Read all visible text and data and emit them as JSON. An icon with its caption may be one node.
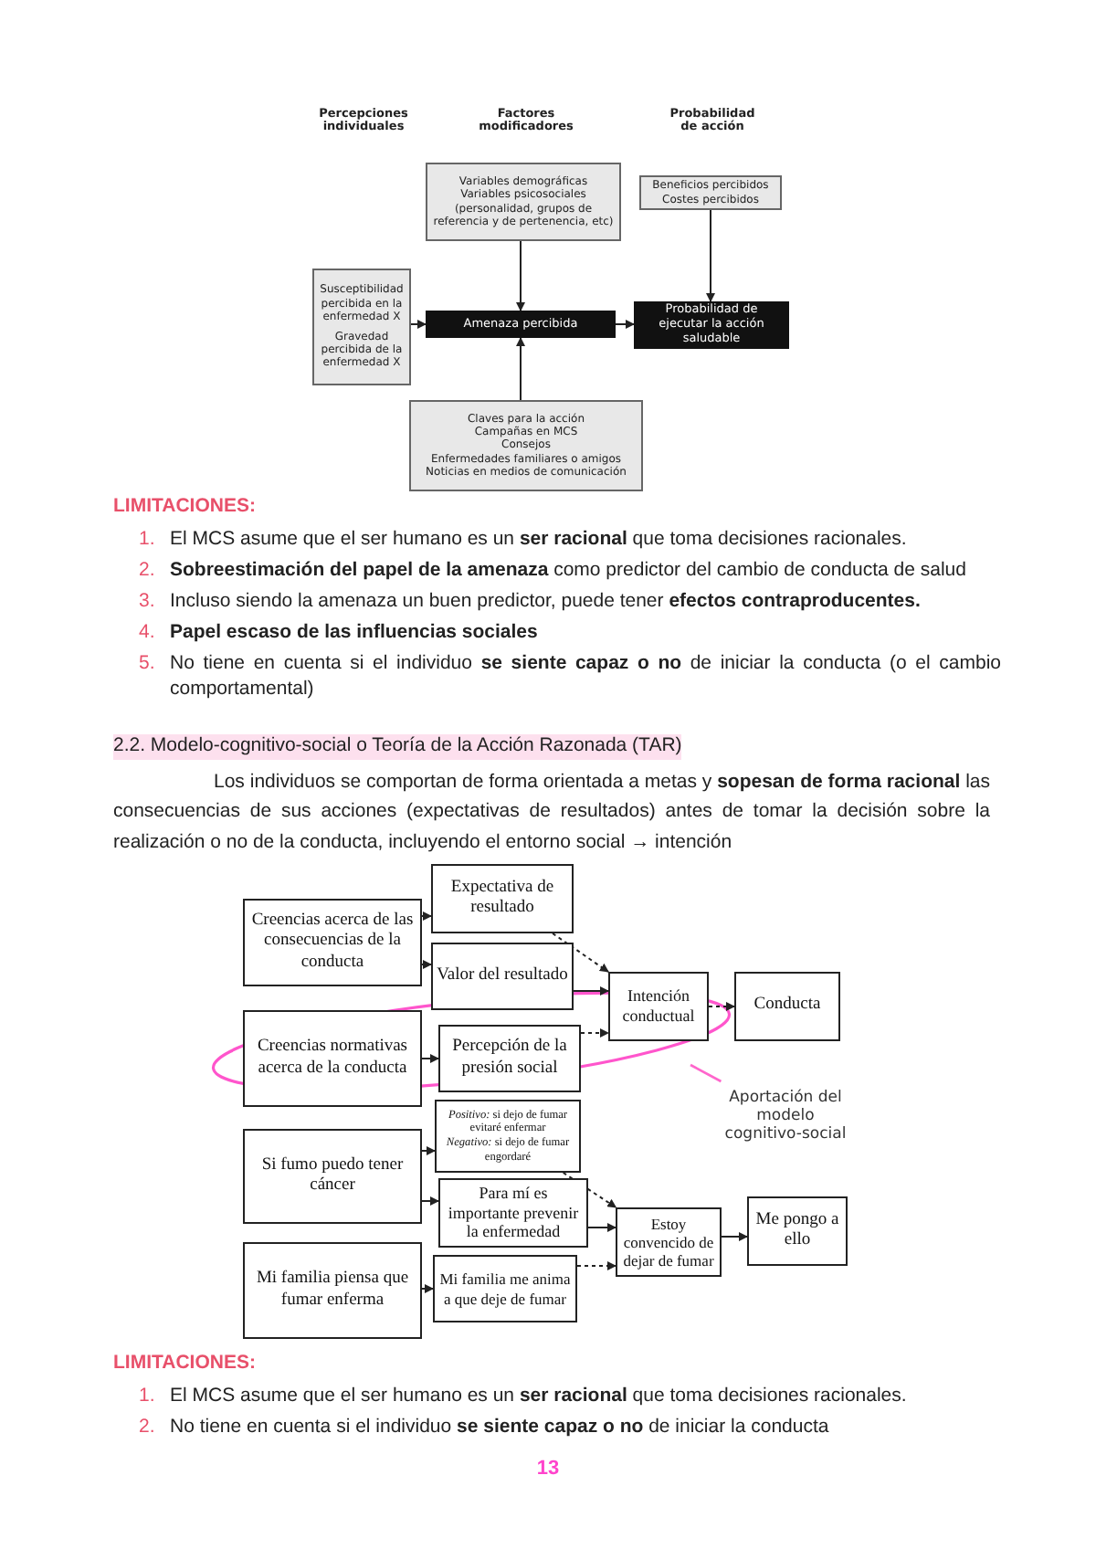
{
  "diagram": {
    "nodes": [
      {
        "text": [
          "Susceptibilidad percibida en la enfermedad X",
          "Gravedad percibida de la enfermedad X"
        ]
      },
      {
        "text": [
          "Variables demográficas",
          "Variables psicosociales (personalidad, grupos de referencia y de pertenencia, etc)"
        ]
      },
      {
        "text": [
          "Amenaza percibida"
        ]
      },
      {
        "text": [
          "Beneficios percibidos",
          "Costes percibidos"
        ]
      },
      {
        "text": [
          "Probabilidad de ejecutar la acción saludable"
        ]
      },
      {
        "text": [
          "Claves para la acción",
          "Campañas en MCS",
          "Consejos",
          "Enfermedades familiares o amigos",
          "Noticias en medios de comunicación"
        ]
      },
      {
        "text": [
          "Creencias acerca de las consecuencias de la conducta"
        ]
      },
      {
        "text": [
          "Expectativa de resultado"
        ]
      },
      {
        "text": [
          "Valor del resultado"
        ]
      },
      {
        "text": [
          "Creencias normativas acerca de la conducta"
        ]
      },
      {
        "text": [
          "Percepción de la presión social"
        ]
      },
      {
        "text": [
          "Intención conductual"
        ]
      },
      {
        "text": [
          "Conducta"
        ]
      },
      {
        "text": [
          "Si fumo puedo tener cáncer"
        ]
      },
      {
        "text": [
          "*Positivo:* si dejo de fumar evitaré enfermar",
          "*Negativo:* si dejo de fumar engordaré"
        ]
      },
      {
        "text": [
          "Para mí es importante prevenir la enfermedad"
        ]
      },
      {
        "text": [
          "Mi familia piensa que fumar enferma"
        ]
      },
      {
        "text": [
          "Mi familia me anima a que deje de fumar"
        ]
      },
      {
        "text": [
          "Estoy convencido de dejar de fumar"
        ]
      },
      {
        "text": [
          "Me pongo a ello"
        ]
      },
      {
        "text": [
          "Aportación del modelo cognitivo-social"
        ]
      }
    ],
    "edges": [
      {
        "from": 0,
        "to": 2,
        "arrow": "to"
      },
      {
        "from": 1,
        "to": 2,
        "arrow": "to"
      },
      {
        "from": 5,
        "to": 2,
        "arrow": "to"
      },
      {
        "from": 2,
        "to": 4,
        "arrow": "to"
      },
      {
        "from": 3,
        "to": 4,
        "arrow": "to"
      },
      {
        "from": 6,
        "to": 7,
        "arrow": "to"
      },
      {
        "from": 6,
        "to": 8,
        "arrow": "to"
      },
      {
        "from": 9,
        "to": 10,
        "arrow": "to"
      },
      {
        "from": 7,
        "to": 11,
        "arrow": "to",
        "style": "dashed"
      },
      {
        "from": 8,
        "to": 11,
        "arrow": "to"
      },
      {
        "from": 10,
        "to": 11,
        "arrow": "to",
        "style": "dashed"
      },
      {
        "from": 11,
        "to": 12,
        "arrow": "to",
        "style": "dashed"
      },
      {
        "from": 13,
        "to": 14,
        "arrow": "to"
      },
      {
        "from": 13,
        "to": 15,
        "arrow": "to"
      },
      {
        "from": 16,
        "to": 17,
        "arrow": "to"
      },
      {
        "from": 14,
        "to": 18,
        "arrow": "to",
        "style": "dashed"
      },
      {
        "from": 15,
        "to": 18,
        "arrow": "to"
      },
      {
        "from": 17,
        "to": 18,
        "arrow": "to",
        "style": "dashed"
      },
      {
        "from": 18,
        "to": 19,
        "arrow": "to"
      },
      {
        "from": 20,
        "to": null,
        "arrow": "none",
        "color": "#ff66cc"
      }
    ],
    "labels": [
      "Percepciones individuales",
      "Factores modificadores",
      "Probabilidad de acción",
      "LIMITACIONES:",
      "1.",
      "El MCS asume que el ser humano es un **ser racional** que toma decisiones racionales.",
      "2.",
      "**Sobreestimación del papel de la amenaza** como predictor del cambio de conducta de salud",
      "3.",
      "Incluso siendo la amenaza un buen predictor, puede tener **efectos contraproducentes.**",
      "4.",
      "Papel escaso de las influencias sociales",
      "5.",
      "No tiene en cuenta si el individuo **se siente capaz o no** de iniciar la conducta (o el cambio comportamental)",
      "2.2. Modelo-cognitivo-social o Teoría de la Acción Razonada (TAR)",
      "Los individuos se comportan de forma orientada a metas y **sopesan de forma racional** las consecuencias de sus acciones (expectativas de resultados) antes de tomar la decisión sobre la realización o no de la conducta, incluyendo el entorno social → intención",
      "LIMITACIONES:",
      "1.",
      "El MCS asume que el ser humano es un **ser racional** que toma decisiones racionales.",
      "2.",
      "No tiene en cuenta si el individuo **se siente capaz o no** de iniciar la conducta",
      "13"
    ]
  }
}
